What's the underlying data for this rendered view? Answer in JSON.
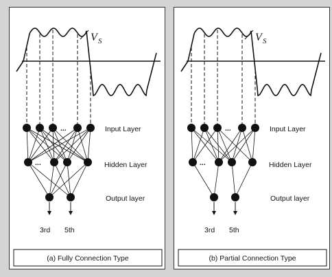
{
  "signal_label": "V",
  "signal_label_sub": "S",
  "layers": {
    "input": "Input Layer",
    "hidden": "Hidden Layer",
    "output": "Output layer"
  },
  "outputs": [
    "3rd",
    "5th"
  ],
  "ellipsis": "...",
  "panels": [
    {
      "caption": "(a) Fully Connection Type",
      "connection": "full"
    },
    {
      "caption": "(b) Partial Connection Type",
      "connection": "partial"
    }
  ],
  "colors": {
    "background": "#d4d4d4",
    "panel": "#ffffff",
    "ink": "#111111"
  }
}
